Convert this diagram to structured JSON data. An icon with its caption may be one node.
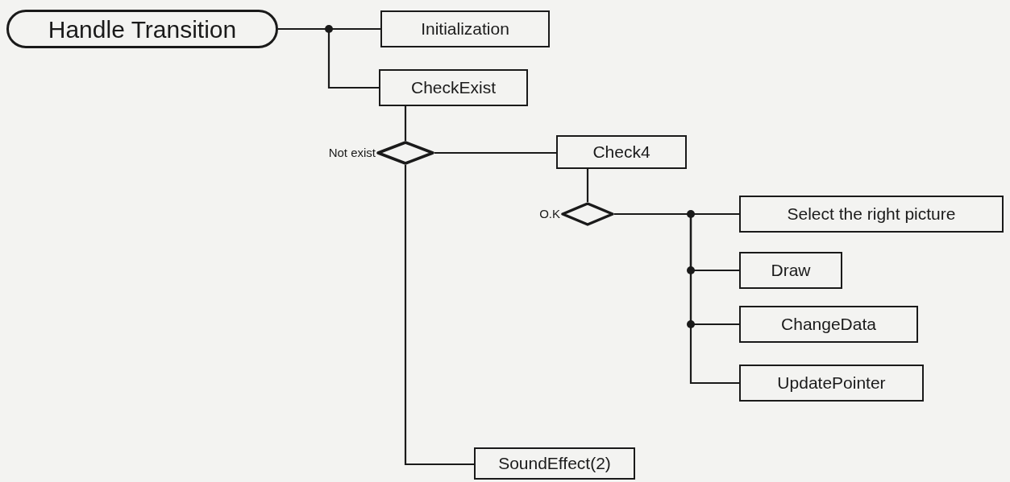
{
  "diagram": {
    "nodes": [
      {
        "text": [
          "Handle Transition"
        ]
      },
      {
        "text": [
          "Initialization"
        ]
      },
      {
        "text": [
          "CheckExist"
        ]
      },
      {
        "text": [],
        "shape": "diamond",
        "beside": [
          "Not exist"
        ]
      },
      {
        "text": [
          "Check4"
        ]
      },
      {
        "text": [],
        "shape": "diamond",
        "beside": [
          "O.K"
        ]
      },
      {
        "text": [
          "Select the right picture"
        ]
      },
      {
        "text": [
          "Draw"
        ]
      },
      {
        "text": [
          "ChangeData"
        ]
      },
      {
        "text": [
          "UpdatePointer"
        ]
      },
      {
        "text": [
          "SoundEffect(2)"
        ]
      }
    ],
    "edges": [
      {
        "from": 0,
        "to": 1,
        "arrow": "none"
      },
      {
        "from": 0,
        "to": 2,
        "arrow": "none"
      },
      {
        "from": 2,
        "to": 3,
        "arrow": "none"
      },
      {
        "from": 3,
        "to": 4,
        "arrow": "none"
      },
      {
        "from": 3,
        "to": 10,
        "arrow": "none"
      },
      {
        "from": 4,
        "to": 5,
        "arrow": "none"
      },
      {
        "from": 5,
        "to": 6,
        "arrow": "none"
      },
      {
        "from": 5,
        "to": 7,
        "arrow": "none"
      },
      {
        "from": 5,
        "to": 8,
        "arrow": "none"
      },
      {
        "from": 5,
        "to": 9,
        "arrow": "none"
      }
    ]
  }
}
